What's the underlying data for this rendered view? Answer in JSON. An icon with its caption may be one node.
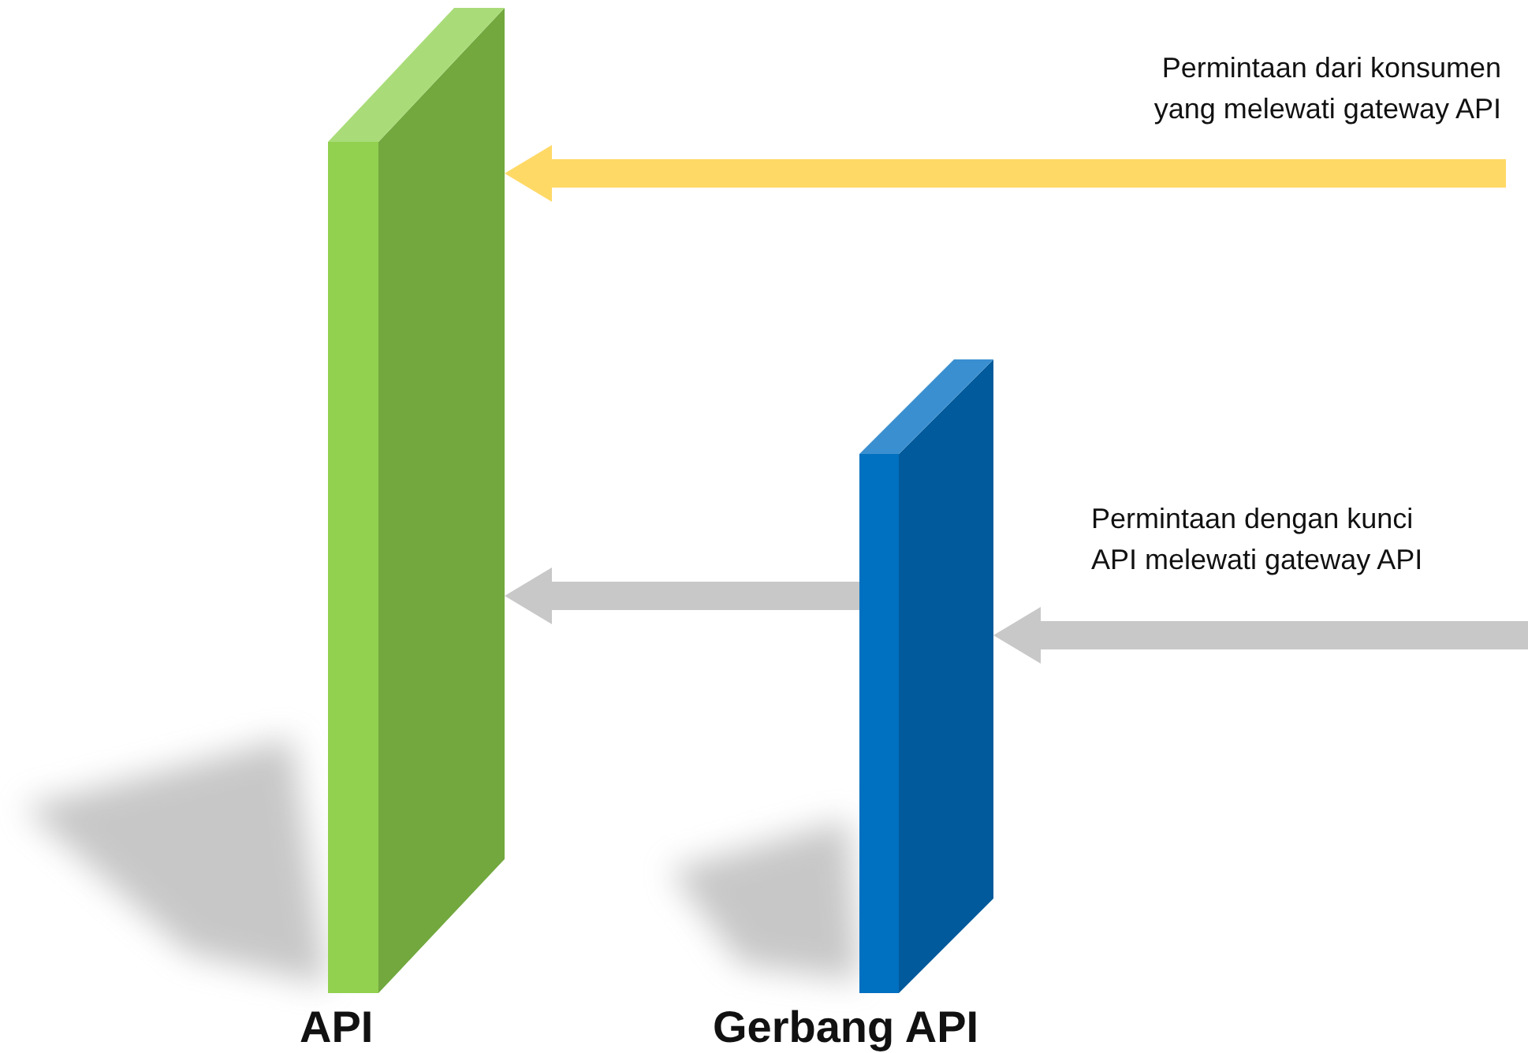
{
  "diagram": {
    "nodes": [
      {
        "text": [
          "API"
        ]
      },
      {
        "text": [
          "Gerbang API"
        ]
      }
    ],
    "edges": [
      {
        "from": null,
        "to": 0,
        "arrow": "to",
        "label": "Permintaan dari konsumen yang melewati gateway API",
        "color": "#ffd966"
      },
      {
        "from": null,
        "to": 1,
        "arrow": "to",
        "label": "Permintaan dengan kunci API melewati gateway API"
      },
      {
        "from": 1,
        "to": 0,
        "arrow": "to"
      }
    ]
  }
}
